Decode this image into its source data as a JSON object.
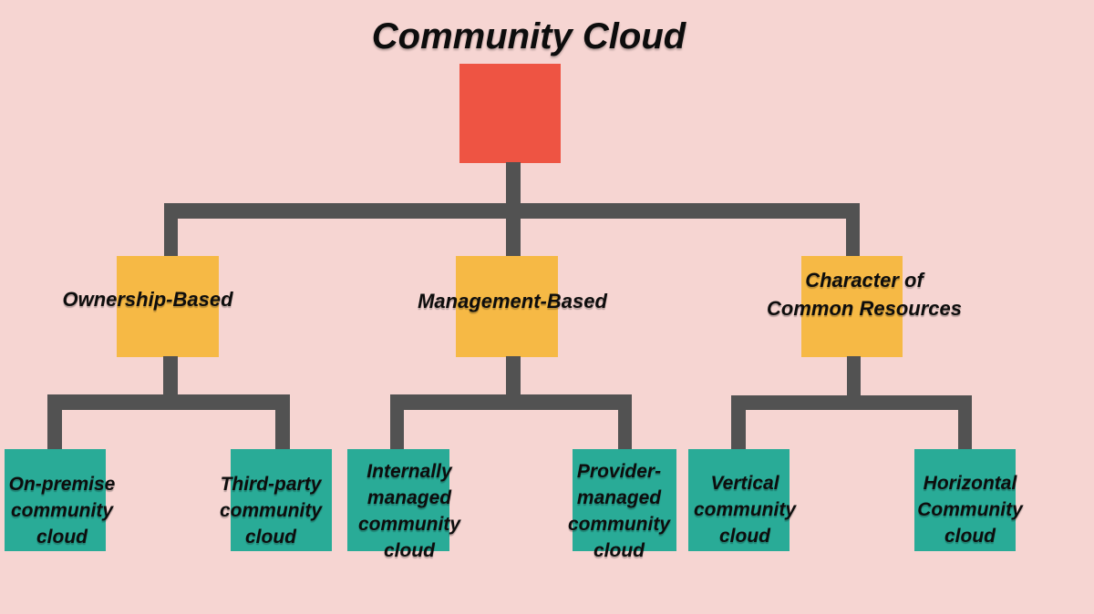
{
  "title": "Community Cloud",
  "colors": {
    "background": "#f6d5d2",
    "root_box": "#ee5443",
    "branch_box": "#f6b945",
    "leaf_box": "#29ab97",
    "connector": "#525252",
    "text": "#0d0d0d"
  },
  "chart_type": "org-tree-diagram",
  "tree": {
    "root": {
      "label": "Community Cloud"
    },
    "branches": [
      {
        "label": "Ownership-Based",
        "children": [
          {
            "label": "On-premise\ncommunity\ncloud"
          },
          {
            "label": "Third-party\ncommunity\ncloud"
          }
        ]
      },
      {
        "label": "Management-Based",
        "children": [
          {
            "label": "Internally\nmanaged\ncommunity\ncloud"
          },
          {
            "label": "Provider-\nmanaged\ncommunity\ncloud"
          }
        ]
      },
      {
        "label": "Character of\nCommon Resources",
        "children": [
          {
            "label": "Vertical\ncommunity\ncloud"
          },
          {
            "label": "Horizontal\nCommunity\ncloud"
          }
        ]
      }
    ]
  }
}
